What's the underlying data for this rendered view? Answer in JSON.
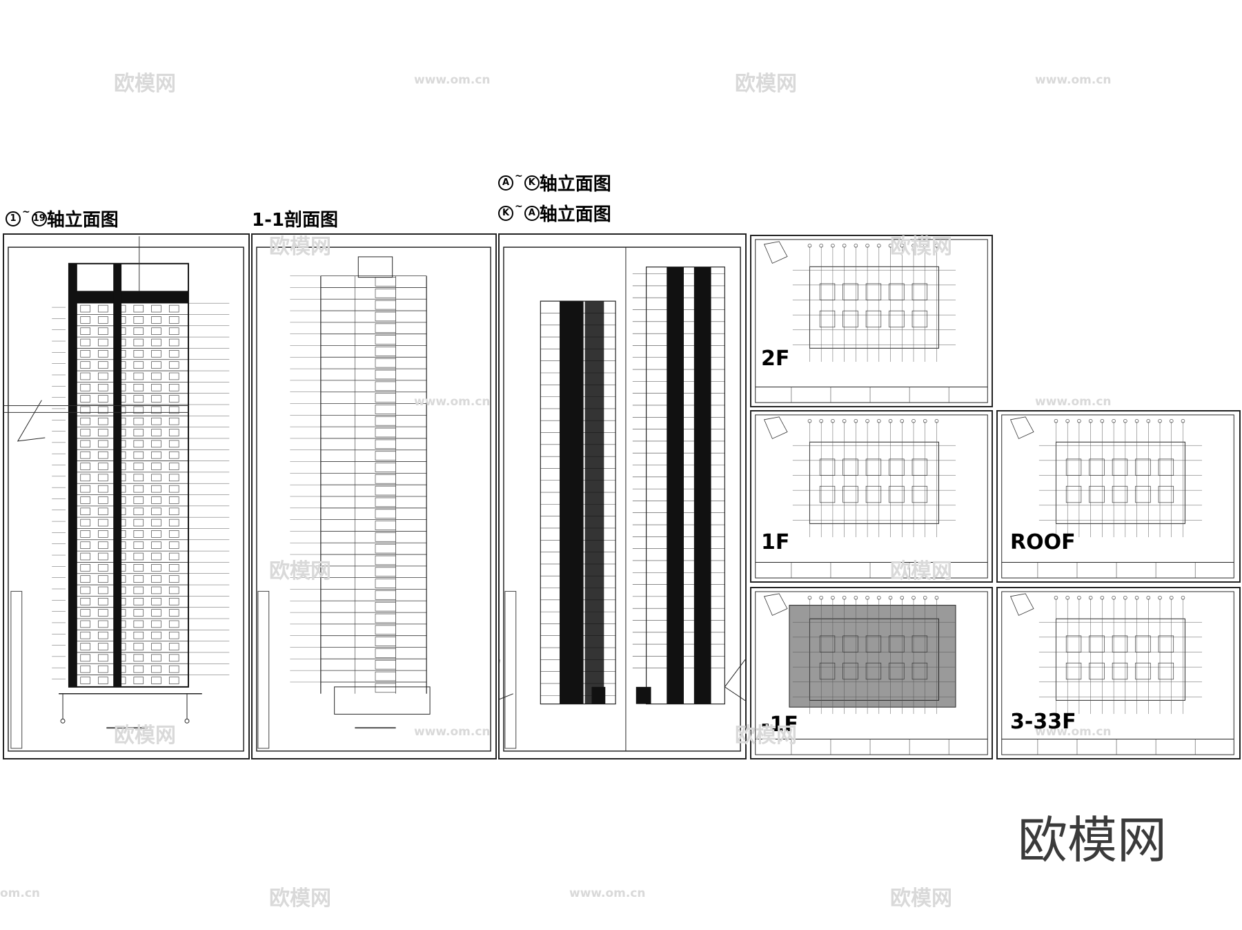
{
  "headings": {
    "elev_1_19": {
      "from": "1",
      "to": "19",
      "text": "轴立面图"
    },
    "section_1_1": "1-1剖面图",
    "elev_a_k": {
      "from": "A",
      "to": "K",
      "text": "轴立面图"
    },
    "elev_k_a": {
      "from": "K",
      "to": "A",
      "text": "轴立面图"
    },
    "tilde": "~"
  },
  "plans": {
    "p2f": "2F",
    "p1f": "1F",
    "proof": "ROOF",
    "pb1f": "-1F",
    "p333f": "3-33F"
  },
  "watermarks": {
    "brand": "欧模网",
    "url": "www.om.cn",
    "url_fragment": "om.cn"
  },
  "colors": {
    "line": "#222222",
    "fill_dark": "#111111",
    "watermark": "#d9d9d9"
  }
}
